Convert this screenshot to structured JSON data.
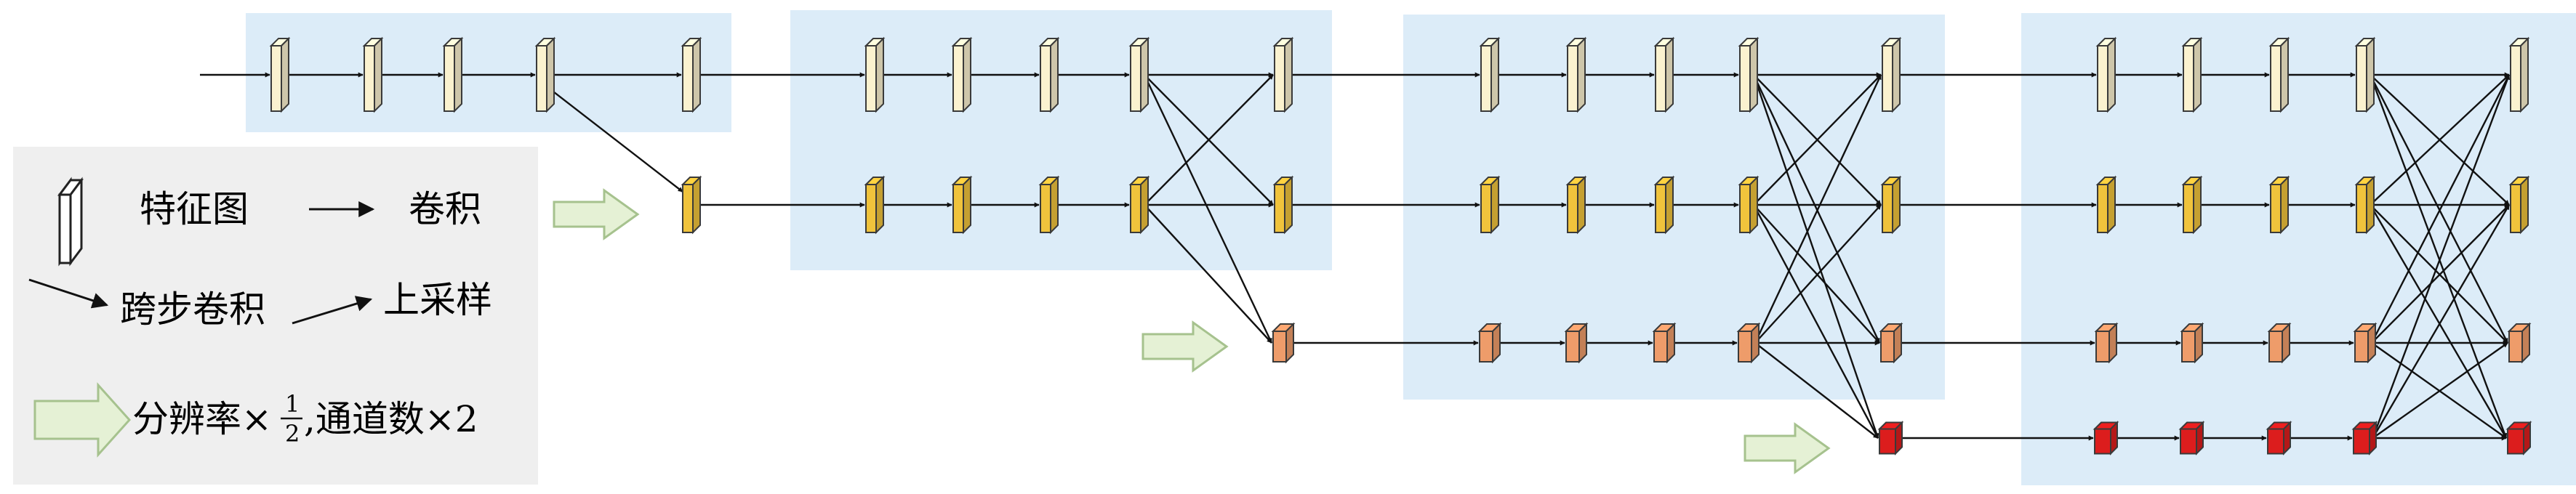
{
  "legend": {
    "feature_map": "特征图",
    "convolution": "卷积",
    "strided_convolution": "跨步卷积",
    "upsampling": "上采样",
    "transition": {
      "prefix": "分辨率×",
      "fraction_numerator": "1",
      "fraction_denominator": "2",
      "suffix": ",通道数×2"
    }
  },
  "colors": {
    "background": "#ffffff",
    "stage_panel": "#dcecf8",
    "legend_panel": "#efefef",
    "transition_arrow": "#e5f1d5",
    "transition_arrow_border": "#a6c28e",
    "branch_1": "#fbf2cf",
    "branch_2": "#f0c33c",
    "branch_3": "#ee9c6a",
    "branch_4": "#dc1d1d",
    "line": "#111111"
  },
  "branches": [
    {
      "name": "branch-1",
      "color": "#fbf2cf"
    },
    {
      "name": "branch-2",
      "color": "#f0c33c"
    },
    {
      "name": "branch-3",
      "color": "#ee9c6a"
    },
    {
      "name": "branch-4",
      "color": "#dc1d1d"
    }
  ],
  "stages": [
    {
      "name": "stage-1",
      "branch_count": 1
    },
    {
      "name": "stage-2",
      "branch_count": 2
    },
    {
      "name": "stage-3",
      "branch_count": 3
    },
    {
      "name": "stage-4",
      "branch_count": 4
    }
  ]
}
